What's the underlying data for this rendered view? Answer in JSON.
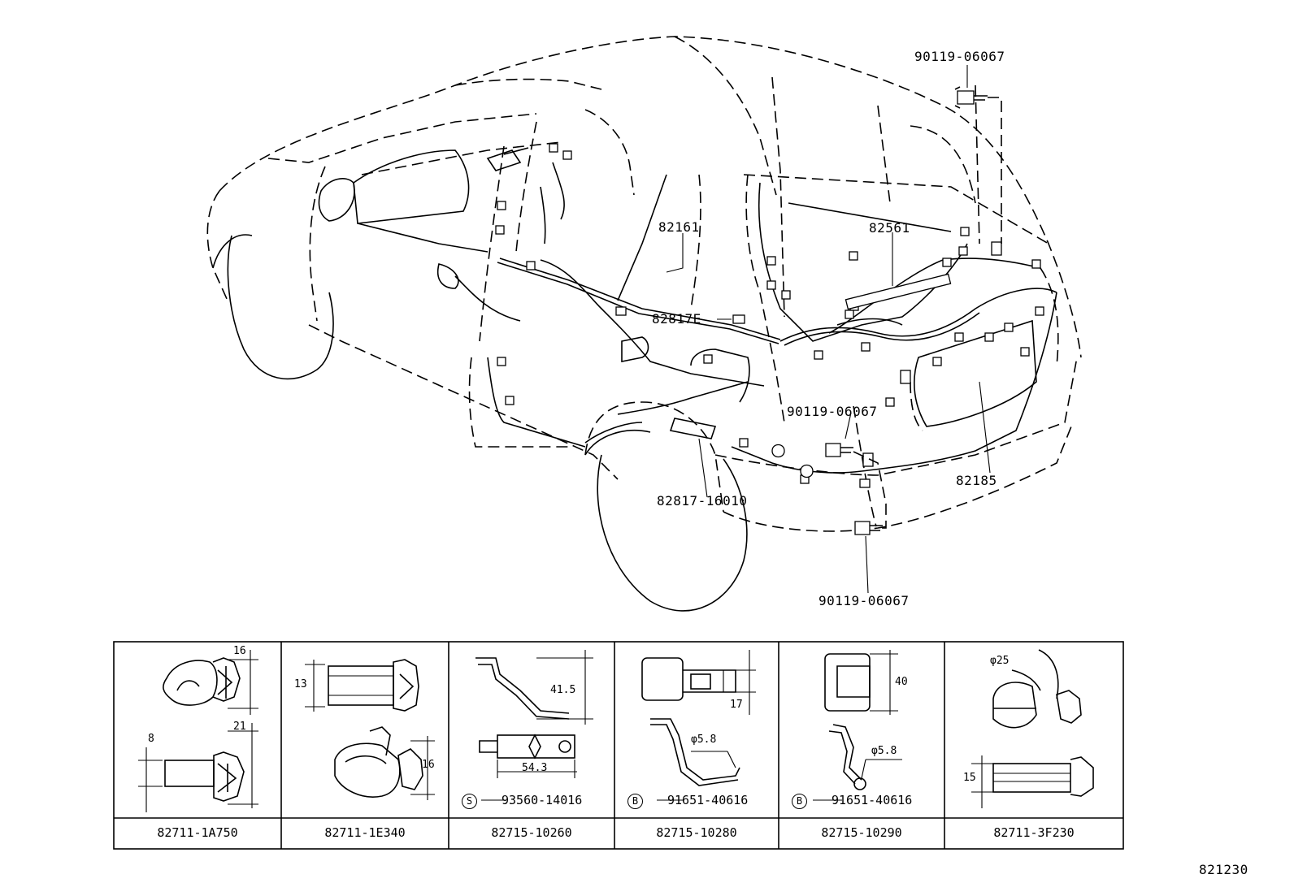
{
  "diagram": {
    "callouts": {
      "c_90119_top": "90119-06067",
      "c_82561": "82561",
      "c_82161": "82161",
      "c_82817e": "82817E",
      "c_90119_mid": "90119-06067",
      "c_82185": "82185",
      "c_82817_16010": "82817-16010",
      "c_90119_bot": "90119-06067"
    },
    "table": {
      "cells": [
        {
          "part": "82711-1A750",
          "dims": [
            "16",
            "21",
            "8"
          ]
        },
        {
          "part": "82711-1E340",
          "dims": [
            "13",
            "16"
          ]
        },
        {
          "part": "82715-10260",
          "dims": [
            "41.5",
            "54.3"
          ],
          "sub_marker": "S",
          "sub_part": "93560-14016"
        },
        {
          "part": "82715-10280",
          "dims": [
            "17",
            "φ5.8"
          ],
          "sub_marker": "B",
          "sub_part": "91651-40616"
        },
        {
          "part": "82715-10290",
          "dims": [
            "40",
            "φ5.8"
          ],
          "sub_marker": "B",
          "sub_part": "91651-40616"
        },
        {
          "part": "82711-3F230",
          "dims": [
            "φ25",
            "15"
          ]
        }
      ]
    },
    "figure_number": "821230"
  }
}
